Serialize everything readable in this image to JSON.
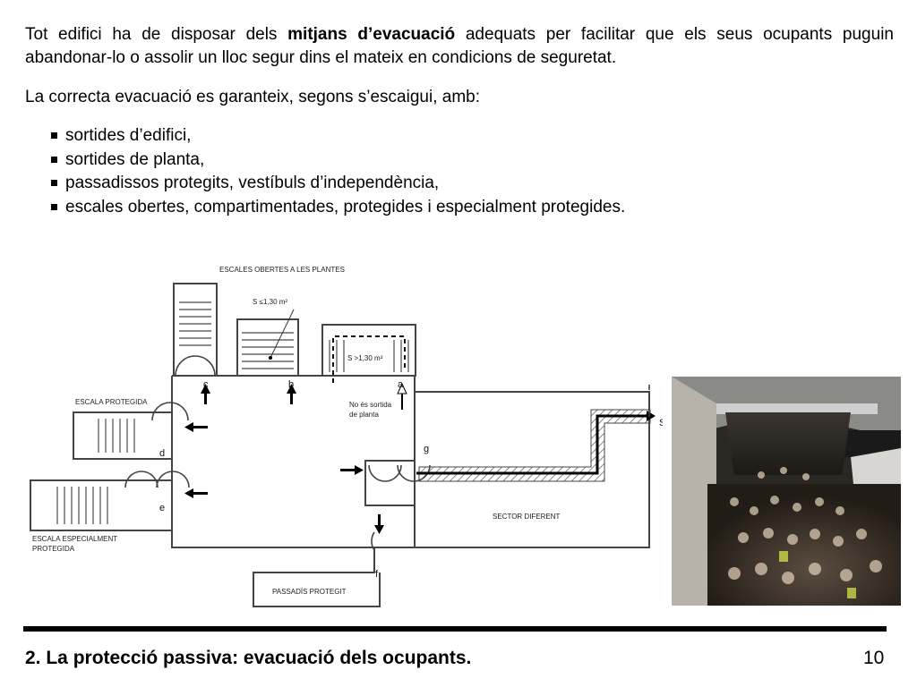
{
  "intro": {
    "pre": "Tot edifici ha de disposar dels ",
    "bold": "mitjans d’evacuació",
    "post": " adequats per facilitar que els seus ocupants puguin abandonar-lo o assolir un lloc segur dins el mateix en condicions de seguretat."
  },
  "line2": "La correcta evacuació es garanteix, segons s’escaigui, amb:",
  "bullets": [
    "sortides d’edifici,",
    "sortides de planta,",
    "passadissos protegits, vestíbuls d’independència,",
    "escales obertes, compartimentades, protegides i especialment protegides."
  ],
  "plan": {
    "title": "ESCALES OBERTES A LES PLANTES",
    "area_small": "S ≤1,30 m²",
    "area_large": "S >1,30 m²",
    "label_c": "c",
    "label_b": "b",
    "label_a": "a",
    "label_d": "d",
    "label_e": "e",
    "label_f": "f",
    "label_g": "g",
    "label_s": "S",
    "no_exit_1": "No és sortida",
    "no_exit_2": "de planta",
    "escala_protegida": "ESCALA PROTEGIDA",
    "escala_esp_1": "ESCALA ESPECIALMENT",
    "escala_esp_2": "PROTEGIDA",
    "sector": "SECTOR DIFERENT",
    "passadis": "PASSADÍS PROTEGIT"
  },
  "footer": {
    "title": "2. La protecció passiva: evacuació dels ocupants.",
    "page": "10"
  }
}
